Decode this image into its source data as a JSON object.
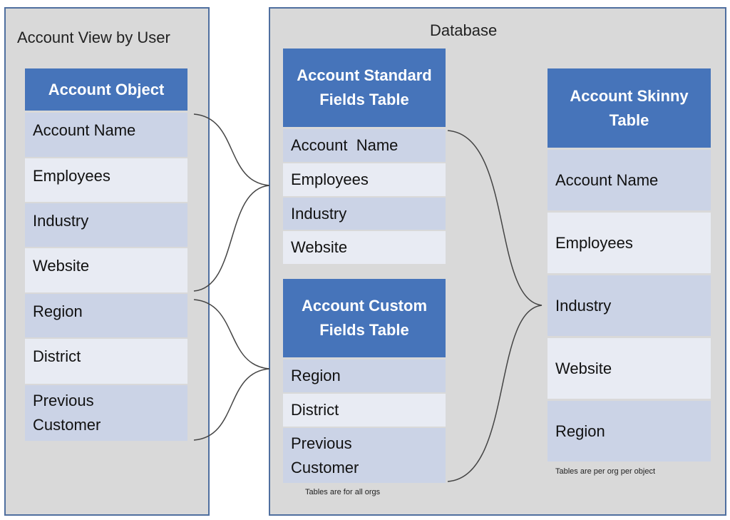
{
  "left_panel": {
    "title": "Account View by User",
    "table": {
      "header": "Account Object",
      "rows": [
        "Account Name",
        "Employees",
        "Industry",
        "Website",
        "Region",
        "District",
        "Previous Customer"
      ]
    }
  },
  "database_panel": {
    "title": "Database",
    "standard": {
      "header": "Account Standard Fields Table",
      "rows": [
        "Account  Name",
        "Employees",
        "Industry",
        "Website"
      ]
    },
    "custom": {
      "header": "Account Custom Fields Table",
      "rows": [
        "Region",
        "District",
        "Previous Customer"
      ]
    },
    "note_all": "Tables are for all orgs",
    "skinny": {
      "header": "Account Skinny Table",
      "rows": [
        "Account Name",
        "Employees",
        "Industry",
        "Website",
        "Region"
      ]
    },
    "note_per": "Tables are  per org per object"
  },
  "colors": {
    "header": "#4674ba",
    "row_dark": "#cbd3e6",
    "row_light": "#e8ebf3",
    "panel": "#d9d9d9",
    "border": "#4f6f9f"
  }
}
